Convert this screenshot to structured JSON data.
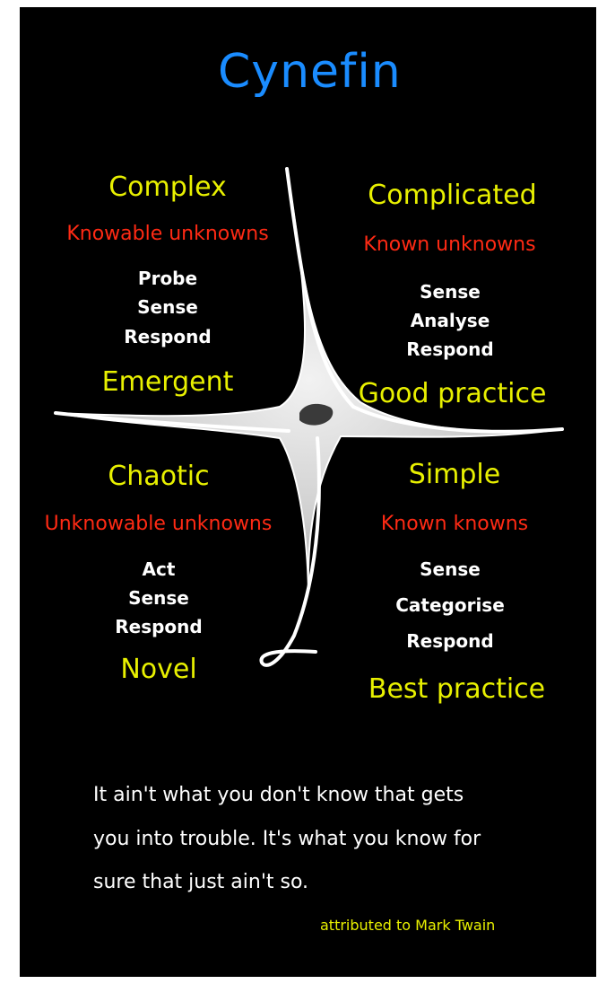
{
  "title": "Cynefin",
  "colors": {
    "title": "#1a8cff",
    "domain": "#e8f000",
    "knowledge": "#ff2a14",
    "steps": "#ffffff",
    "background": "#000000"
  },
  "domains": {
    "complex": {
      "name": "Complex",
      "knowledge": "Knowable unknowns",
      "steps": [
        "Probe",
        "Sense",
        "Respond"
      ],
      "practice": "Emergent"
    },
    "complicated": {
      "name": "Complicated",
      "knowledge": "Known unknowns",
      "steps": [
        "Sense",
        "Analyse",
        "Respond"
      ],
      "practice": "Good practice"
    },
    "chaotic": {
      "name": "Chaotic",
      "knowledge": "Unknowable unknowns",
      "steps": [
        "Act",
        "Sense",
        "Respond"
      ],
      "practice": "Novel"
    },
    "simple": {
      "name": "Simple",
      "knowledge": "Known knowns",
      "steps": [
        "Sense",
        "Categorise",
        "Respond"
      ],
      "practice": "Best practice"
    }
  },
  "quote": {
    "lines": [
      "It ain't what you don't know that gets",
      "you into trouble.  It's what you know for",
      "sure that just ain't so."
    ],
    "attribution": "attributed to Mark Twain"
  }
}
